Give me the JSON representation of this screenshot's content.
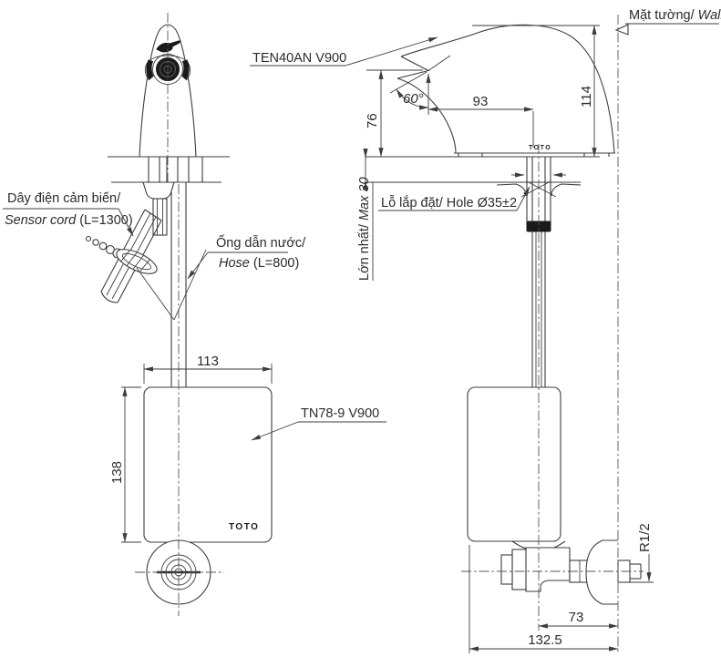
{
  "product": {
    "faucet_model": "TEN40AN V900",
    "controller_model": "TN78-9 V900",
    "brand": "TOTO"
  },
  "labels": {
    "sensor_cord_vi": "Dây điện cảm biến/",
    "sensor_cord_en": "Sensor cord",
    "sensor_cord_len": " (L=1300)",
    "hose_vi": "Ống dẫn nước/",
    "hose_en": "Hose",
    "hose_len": " (L=800)",
    "wall_vi": "Mặt tường/ ",
    "wall_en": "Wall",
    "hole": "Lỗ lắp đặt/ Hole Ø35±2",
    "max_deck_vi": "Lớn nhất/ ",
    "max_deck_en": "Max 30",
    "thread": "R1/2"
  },
  "dimensions": {
    "outlet_height": "76",
    "spout_reach": "93",
    "total_height": "114",
    "outlet_angle": "60°",
    "box_width": "113",
    "box_height": "138",
    "valve_to_wall": "73",
    "box_left_to_wall": "132.5"
  }
}
